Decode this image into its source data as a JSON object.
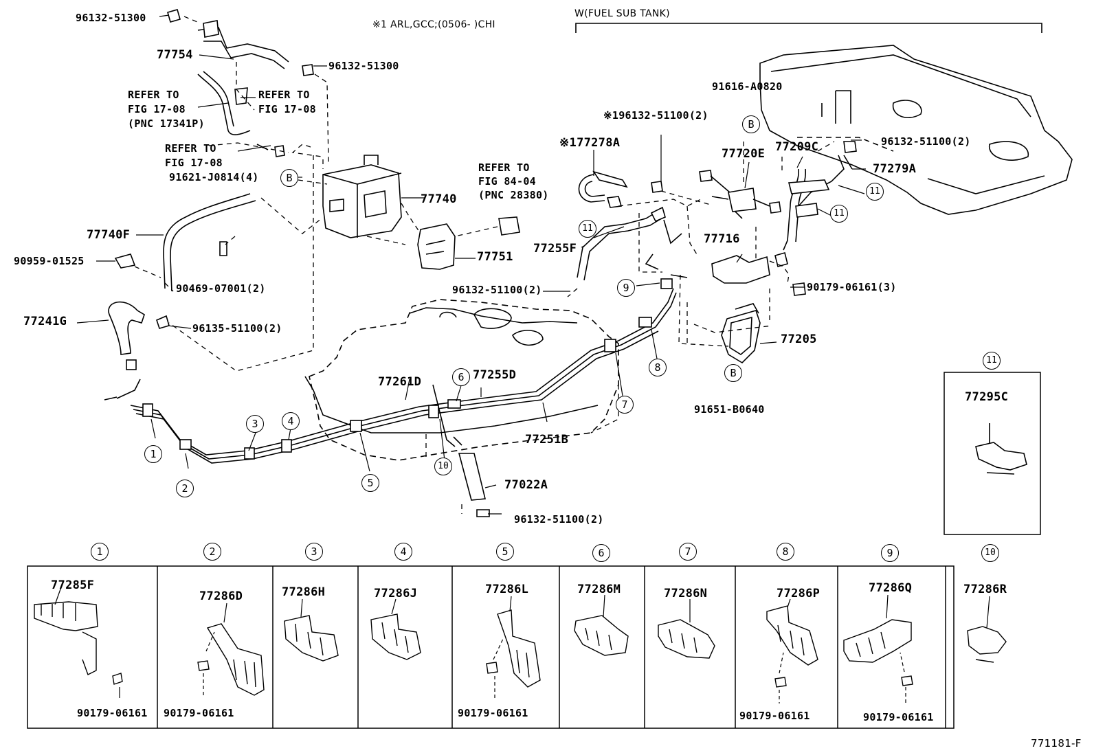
{
  "header": {
    "note": "※1 ARL,GCC;(0506-      )CHI",
    "fuel_sub_tank": "W(FUEL SUB TANK)"
  },
  "figure_code": "771181-F",
  "top_labels": {
    "p96132_51300_a": "96132-51300",
    "p77754": "77754",
    "p96132_51300_b": "96132-51300",
    "refer1": [
      "REFER TO",
      "FIG 17-08",
      "(PNC 17341P)"
    ],
    "refer2": [
      "REFER TO",
      "FIG 17-08"
    ],
    "refer3": [
      "REFER TO",
      "FIG 17-08"
    ],
    "p91621": "91621-J0814(4)",
    "p77740": "77740",
    "refer4": [
      "REFER TO",
      "FIG 84-04",
      "(PNC 28380)"
    ],
    "p77740F": "77740F",
    "p90959": "90959-01525",
    "p90469": "90469-07001(2)",
    "p77751": "77751",
    "p77241G": "77241G",
    "p96135": "96135-51100(2)",
    "p96132_51100_mid": "96132-51100(2)",
    "p77255F": "77255F",
    "p77278A": "※177278A",
    "p196132": "※196132-51100(2)",
    "p91616": "91616-A0820",
    "p77720E": "77720E",
    "p77209C": "77209C",
    "p96132_51100_tank": "96132-51100(2)",
    "p77279A": "77279A",
    "p77716": "77716",
    "p90179_3": "90179-06161(3)",
    "p77205": "77205",
    "p91651": "91651-B0640",
    "p77261D": "77261D",
    "p77255D": "77255D",
    "p77251B": "77251B",
    "p77022A": "77022A",
    "p96132_51100_bot": "96132-51100(2)"
  },
  "callouts": {
    "c1": "1",
    "c2": "2",
    "c3": "3",
    "c4": "4",
    "c5": "5",
    "c6": "6",
    "c7": "7",
    "c8": "8",
    "c9": "9",
    "c10": "10",
    "c11a": "11",
    "c11b": "11",
    "c11c": "11",
    "c11d": "11"
  },
  "ref_b": "B",
  "side_panel": {
    "num": "11",
    "part": "77295C"
  },
  "panels": [
    {
      "num": "1",
      "part": "77285F",
      "bolt": "90179-06161"
    },
    {
      "num": "2",
      "part": "77286D",
      "bolt": "90179-06161"
    },
    {
      "num": "3",
      "part": "77286H",
      "bolt": ""
    },
    {
      "num": "4",
      "part": "77286J",
      "bolt": ""
    },
    {
      "num": "5",
      "part": "77286L",
      "bolt": "90179-06161"
    },
    {
      "num": "6",
      "part": "77286M",
      "bolt": ""
    },
    {
      "num": "7",
      "part": "77286N",
      "bolt": ""
    },
    {
      "num": "8",
      "part": "77286P",
      "bolt": "90179-06161"
    },
    {
      "num": "9",
      "part": "77286Q",
      "bolt": "90179-06161"
    },
    {
      "num": "10",
      "part": "77286R",
      "bolt": ""
    }
  ]
}
